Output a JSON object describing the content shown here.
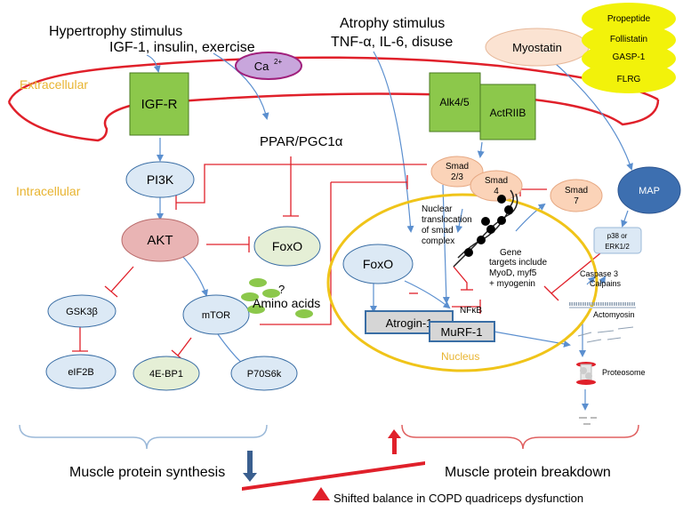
{
  "stimuli": {
    "hypertrophy_line1": "Hypertrophy stimulus",
    "hypertrophy_line2": "IGF-1, insulin, exercise",
    "atrophy_line1": "Atrophy stimulus",
    "atrophy_line2": "TNF-α, IL-6, disuse"
  },
  "compartments": {
    "extracellular": "Extracellular",
    "intracellular": "Intracellular",
    "nucleus": "Nucleus"
  },
  "receptors": {
    "igfr": "IGF-R",
    "alk": "Alk4/5",
    "actriib": "ActRIIB"
  },
  "calcium": {
    "base": "Ca",
    "sup": "2+"
  },
  "ppar": "PPAR/PGC1α",
  "myostatin": "Myostatin",
  "inhibitors": [
    "Propeptide",
    "Follistatin",
    "GASP-1",
    "FLRG"
  ],
  "synthesis_nodes": {
    "pi3k": "PI3K",
    "akt": "AKT",
    "foxo_cyto": "FoxO",
    "gsk3b": "GSK3β",
    "mtor": "mTOR",
    "eif2b": "eIF2B",
    "ebp1": "4E-BP1",
    "p70s6k": "P70S6k",
    "question": "?",
    "amino_acids": "Amino acids"
  },
  "smad": {
    "smad23_line1": "Smad",
    "smad23_line2": "2/3",
    "smad4_line1": "Smad",
    "smad4_line2": "4",
    "smad7_line1": "Smad",
    "smad7_line2": "7"
  },
  "nuclear": {
    "translocation": [
      "Nuclear",
      "translocation",
      "of smad",
      "complex"
    ],
    "gene_targets": [
      "Gene",
      "targets include",
      "MyoD, myf5",
      "+ myogenin"
    ],
    "foxo_nuc": "FoxO",
    "atrogin": "Atrogin-1",
    "murf": "MuRF-1",
    "nfkb": "NFκB"
  },
  "map": {
    "map": "MAP",
    "p38_line1": "p38 or",
    "p38_line2": "ERK1/2",
    "caspase": "Caspase 3",
    "calpains": "Calpains",
    "actomyosin": "Actomyosin",
    "proteosome": "Proteosome"
  },
  "balance": {
    "synthesis": "Muscle protein synthesis",
    "breakdown": "Muscle protein breakdown",
    "caption": "Shifted balance in COPD quadriceps dysfunction"
  },
  "colors": {
    "membrane": "#e0202a",
    "receptor_fill": "#8cc84b",
    "node_fill": "#dce9f5",
    "node_stroke": "#3a6ea5",
    "akt_fill": "#e9b4b4",
    "foxo_fill": "#e5efd6",
    "smad_fill": "#fbd3b8",
    "myostatin_fill": "#fbe3d2",
    "inhibitor_fill": "#f2f20a",
    "calcium_fill": "#c8a6dc",
    "calcium_stroke": "#a0207c",
    "nucleus_stroke": "#f0c419",
    "map_fill": "#3d6fb0",
    "arrow_blue": "#5b8fcf",
    "inhibit_red": "#e0202a",
    "label_gold": "#e8b431",
    "bracket": "#9ab8d8",
    "bracket_red": "#e06060",
    "down_arrow": "#3a5f8f"
  }
}
